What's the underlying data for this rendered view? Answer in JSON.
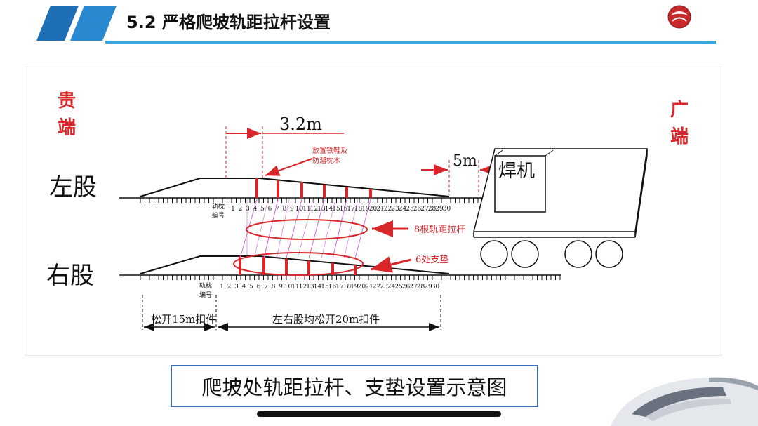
{
  "header": {
    "title": "5.2 严格爬坡轨距拉杆设置",
    "accent_color": "#3aa6e0",
    "stripe_color": "#1e6fb5"
  },
  "diagram": {
    "left_end": "贵\n端",
    "right_end": "广\n端",
    "left_rail": "左股",
    "right_rail": "右股",
    "dim_3_2": "3.2m",
    "dim_5": "5m",
    "machine": "焊机",
    "note_iron": "放置铁鞋及\n防溜枕木",
    "sleeper_label": "轨枕\n编号",
    "rods_label": "8根轨距拉杆",
    "pads_label": "6处支垫",
    "loosen_15": "松开15m扣件",
    "loosen_20": "左右股均松开20m扣件",
    "red_color": "#d9262b",
    "sleeper_numbers": [
      "1",
      "2",
      "3",
      "4",
      "5",
      "6",
      "7",
      "8",
      "9",
      "10",
      "11",
      "12",
      "13",
      "14",
      "15",
      "16",
      "17",
      "18",
      "19",
      "20",
      "21",
      "22",
      "23",
      "24",
      "25",
      "26",
      "27",
      "28",
      "29",
      "30"
    ]
  },
  "caption": "爬坡处轨距拉杆、支垫设置示意图"
}
